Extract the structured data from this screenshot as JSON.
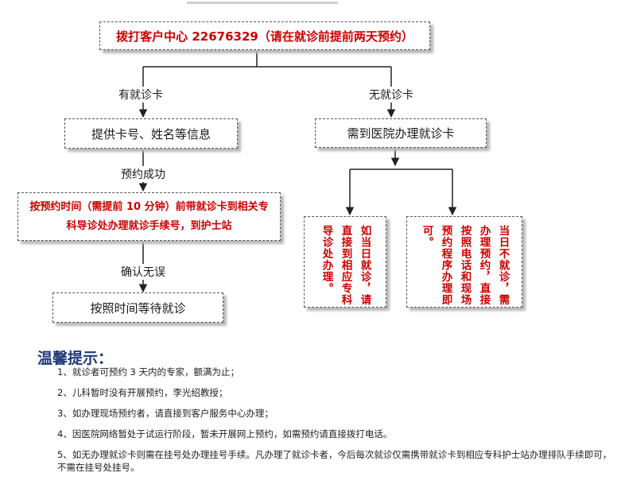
{
  "flow": {
    "top_box": "拨打客户中心 22676329（请在就诊前提前两天预约）",
    "branch_left_label": "有就诊卡",
    "branch_right_label": "无就诊卡",
    "left_step1": "提供卡号、姓名等信息",
    "left_step1_label": "预约成功",
    "left_step2": "按预约时间（需提前 10 分钟）前带就诊卡到相关专科导诊处办理就诊手续号，到护士站",
    "left_step2_label": "确认无误",
    "left_step3": "按照时间等待就诊",
    "right_step1": "需到医院办理就诊卡",
    "right_left_box_cols": [
      "如当日就诊，请",
      "直接到相应专科",
      "导诊处办理。"
    ],
    "right_right_box_cols": [
      "当日不就诊，需",
      "办理预约，直接",
      "按照电话和现场",
      "预约程序办理即",
      "可。"
    ]
  },
  "notes": {
    "title": "温馨提示：",
    "items": [
      "1、就诊者可预约 3 天内的专家，额满为止；",
      "2、儿科暂时没有开展预约，李光绍教授；",
      "3、如办理现场预约者，请直接到客户服务中心办理；",
      "4、因医院网络暂处于试运行阶段，暂未开展网上预约，如需预约请直接拨打电话。",
      "5、如无办理就诊卡则需在挂号处办理挂号手续。凡办理了就诊卡者，今后每次就诊仅需携带就诊卡到相应专科护士站办理排队手续即可，不需在挂号处挂号。"
    ]
  }
}
